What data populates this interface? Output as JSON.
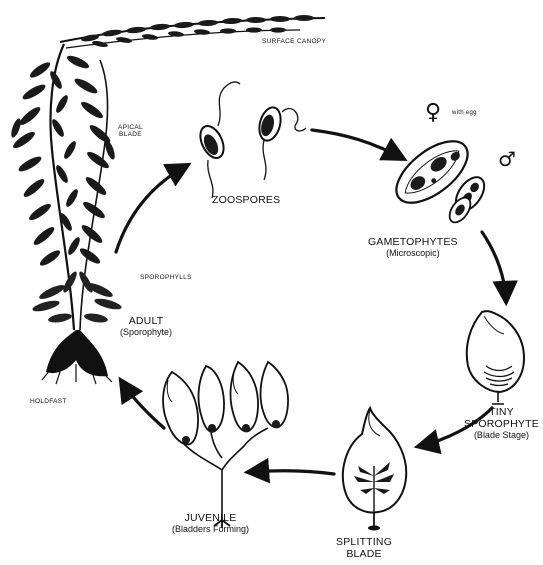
{
  "labels": {
    "surface_canopy": "SURFACE CANOPY",
    "apical_blade": [
      "APICAL",
      "BLADE"
    ],
    "zoospores": "ZOOSPORES",
    "with_egg": "with egg",
    "gametophytes": "GAMETOPHYTES",
    "microscopic": "(Microscopic)",
    "sporophylls": "SPOROPHYLLS",
    "adult": "ADULT",
    "adult_sub": "(Sporophyte)",
    "holdfast": "HOLDFAST",
    "tiny_sporophyte": [
      "TINY",
      "SPOROPHYTE"
    ],
    "blade_stage": "(Blade Stage)",
    "juvenile": "JUVENILE",
    "bladders_forming": "(Bladders Forming)",
    "splitting_blade": [
      "SPLITTING",
      "BLADE"
    ]
  },
  "symbols": {
    "female": "♀",
    "male": "♂"
  }
}
